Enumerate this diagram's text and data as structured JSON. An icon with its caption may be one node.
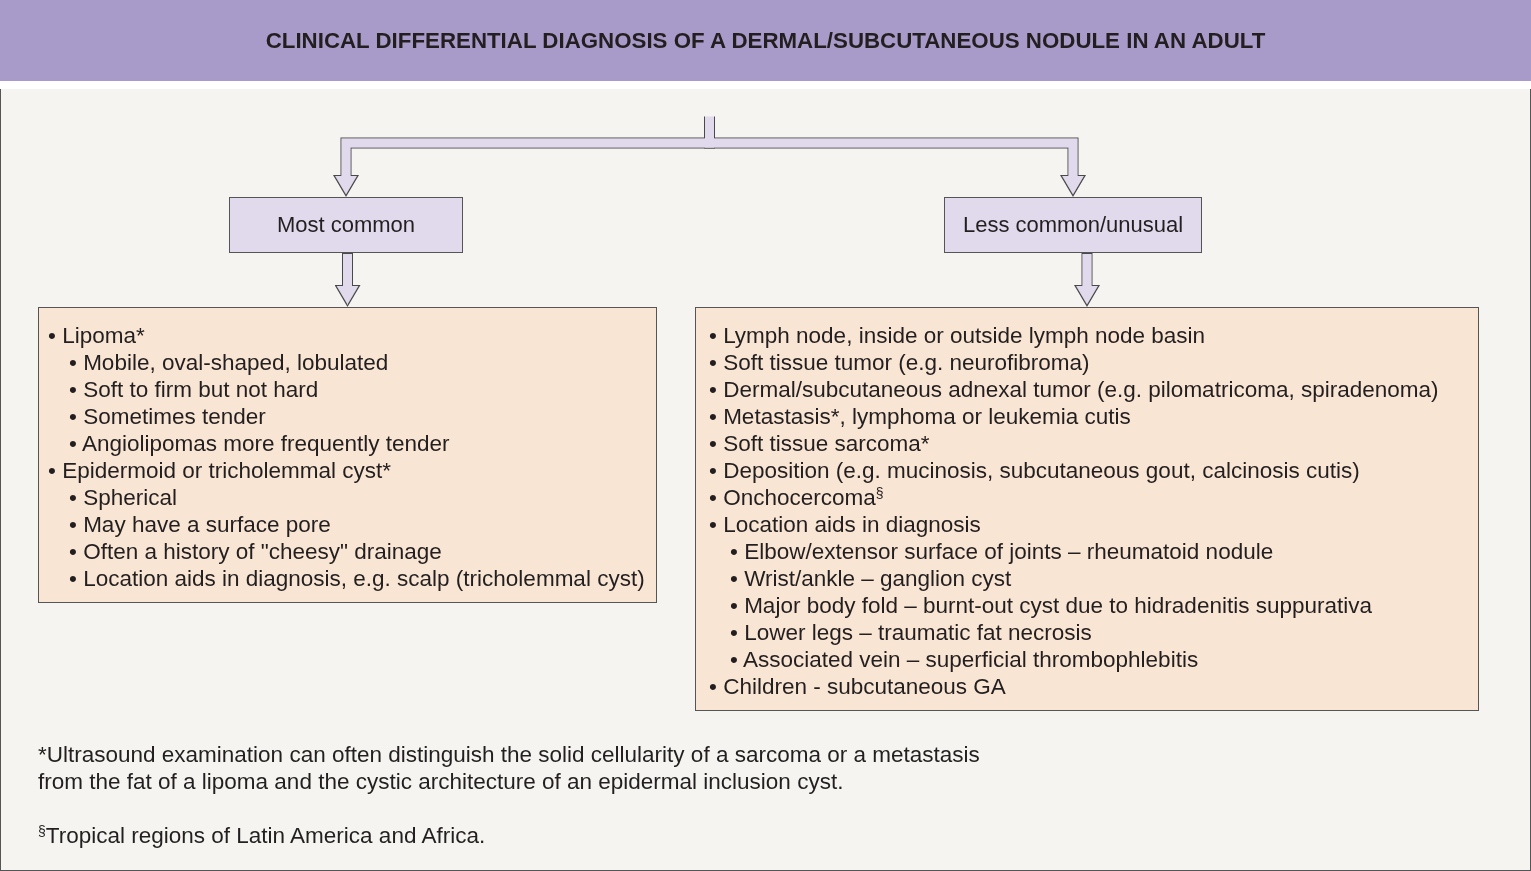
{
  "diagram": {
    "title": "CLINICAL DIFFERENTIAL DIAGNOSIS OF A DERMAL/SUBCUTANEOUS NODULE IN AN ADULT",
    "nodes": [
      {
        "text": [
          "Most common"
        ]
      },
      {
        "text": [
          "Less common/unusual"
        ]
      },
      {
        "text": [
          "• Lipoma*",
          "• Mobile, oval-shaped, lobulated",
          "• Soft to firm but not hard",
          "• Sometimes tender",
          "• Angiolipomas more frequently tender",
          "• Epidermoid or tricholemmal cyst*",
          "• Spherical",
          "• May have a surface pore",
          "• Often a history of \"cheesy\" drainage",
          "• Location aids in diagnosis, e.g. scalp (tricholemmal cyst)"
        ]
      },
      {
        "text": [
          "• Lymph node, inside or outside lymph node basin",
          "• Soft tissue tumor (e.g. neurofibroma)",
          "• Dermal/subcutaneous adnexal tumor (e.g. pilomatricoma, spiradenoma)",
          "• Metastasis*, lymphoma or leukemia cutis",
          "• Soft tissue sarcoma*",
          "• Deposition (e.g. mucinosis, subcutaneous gout, calcinosis cutis)",
          "• Onchocercoma$^{§}$",
          "• Location aids in diagnosis",
          "• Elbow/extensor surface of joints – rheumatoid nodule",
          "• Wrist/ankle – ganglion cyst",
          "• Major body fold – burnt-out cyst due to hidradenitis suppurativa",
          "• Lower legs – traumatic fat necrosis",
          "• Associated vein – superficial thrombophlebitis",
          "• Children - subcutaneous GA"
        ]
      }
    ],
    "edges": [
      {
        "from": null,
        "to": 0,
        "arrow": "to"
      },
      {
        "from": null,
        "to": 1,
        "arrow": "to"
      },
      {
        "from": 0,
        "to": 2,
        "arrow": "to"
      },
      {
        "from": 1,
        "to": 3,
        "arrow": "to"
      }
    ],
    "labels": [
      "*Ultrasound examination can often distinguish the solid cellularity of a sarcoma or a metastasis from the fat of a lipoma and the cystic architecture of an epidermal inclusion cyst.",
      "$^{§}$Tropical regions of Latin America and Africa."
    ]
  }
}
